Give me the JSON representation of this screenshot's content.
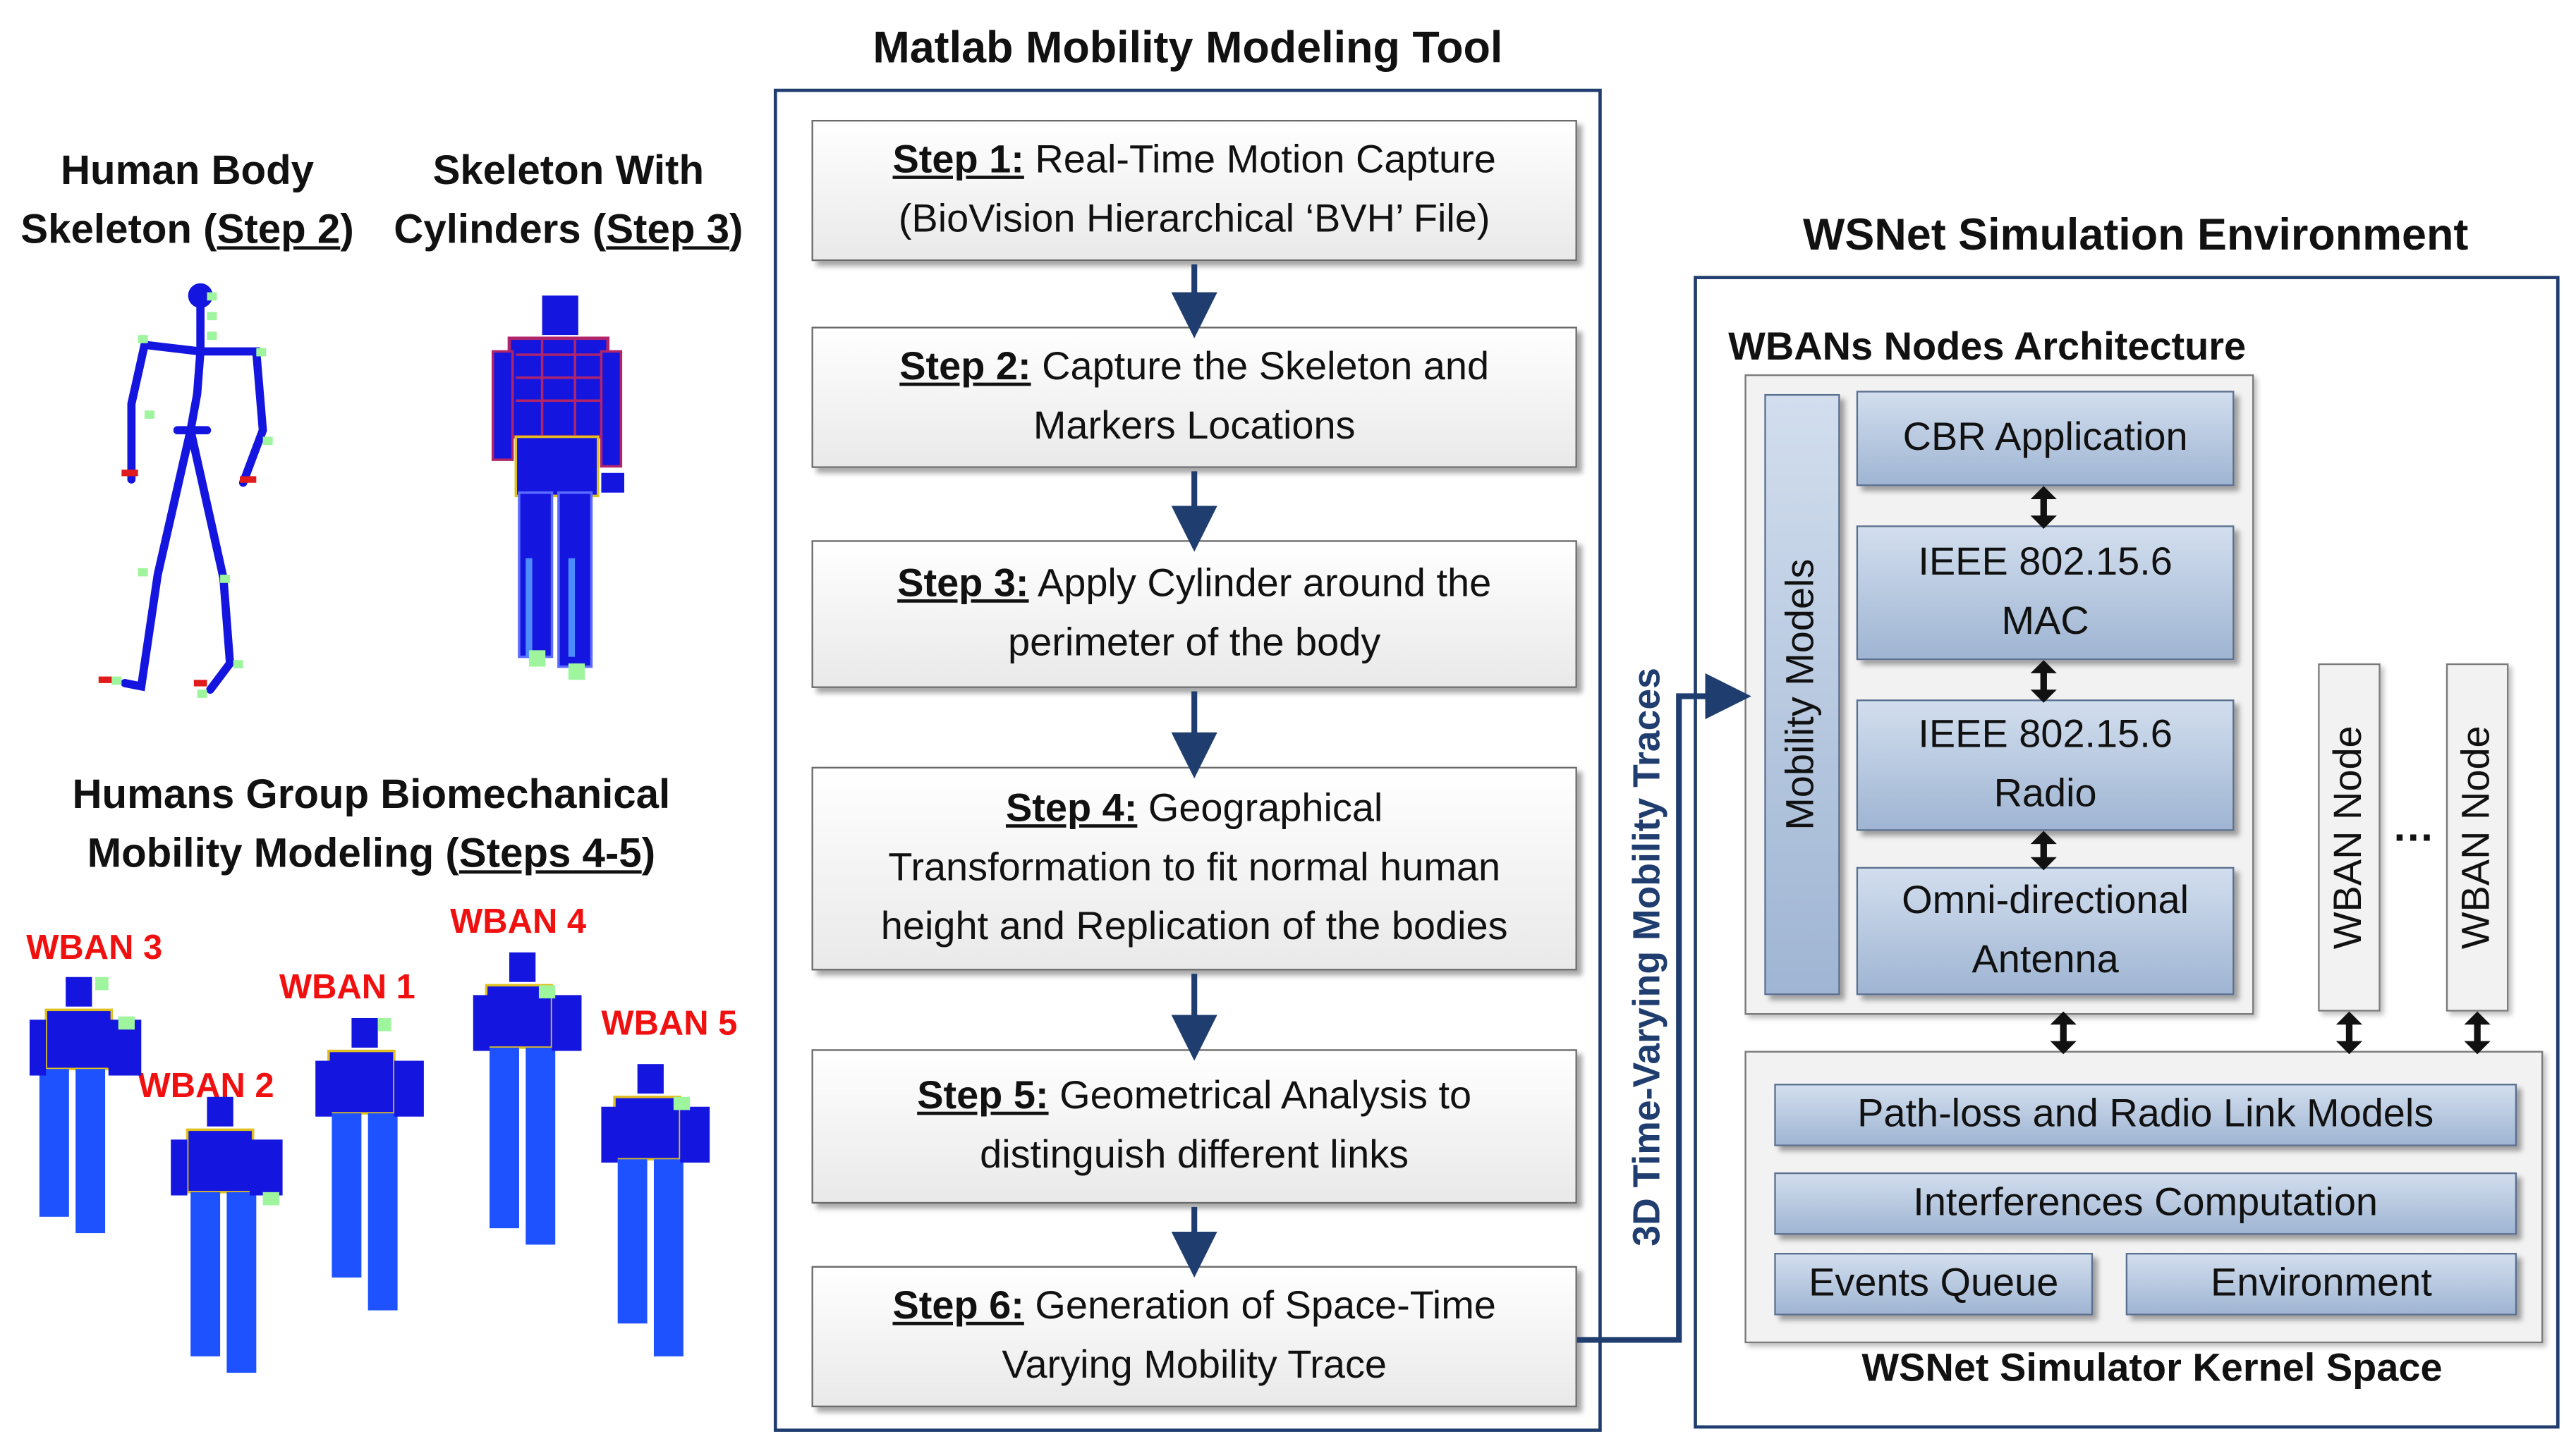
{
  "matlab": {
    "title": "Matlab Mobility Modeling Tool",
    "steps": [
      {
        "label": "Step 1:",
        "line1": "Real-Time Motion Capture",
        "line2": "(BioVision Hierarchical ‘BVH’ File)",
        "line3": ""
      },
      {
        "label": "Step 2:",
        "line1": "Capture the Skeleton and",
        "line2": "Markers Locations",
        "line3": ""
      },
      {
        "label": "Step 3:",
        "line1": "Apply Cylinder around the",
        "line2": "perimeter of the body",
        "line3": ""
      },
      {
        "label": "Step 4:",
        "line1": "Geographical",
        "line2": "Transformation to fit normal human",
        "line3": "height and Replication of the bodies"
      },
      {
        "label": "Step 5:",
        "line1": "Geometrical Analysis to",
        "line2": "distinguish different links",
        "line3": ""
      },
      {
        "label": "Step 6:",
        "line1": "Generation of Space-Time",
        "line2": "Varying Mobility Trace",
        "line3": ""
      }
    ]
  },
  "left": {
    "skeleton_title": {
      "line1": "Human Body",
      "line2_prefix": "Skeleton (",
      "step_ref": "Step 2",
      "suffix": ")"
    },
    "cylinder_title": {
      "line1": "Skeleton With",
      "line2_prefix": "Cylinders (",
      "step_ref": "Step 3",
      "suffix": ")"
    },
    "group_title": {
      "line1": "Humans Group Biomechanical",
      "line2_prefix": "Mobility Modeling (",
      "step_ref": "Steps 4-5",
      "suffix": ")"
    },
    "wban_labels": [
      "WBAN 3",
      "WBAN 2",
      "WBAN 1",
      "WBAN 4",
      "WBAN 5"
    ]
  },
  "traces_label": "3D Time-Varying Mobility Traces",
  "wsnet": {
    "title": "WSNet Simulation Environment",
    "nodes_title": "WBANs Nodes Architecture",
    "mobility_models": "Mobility Models",
    "stack": [
      {
        "line1": "CBR Application",
        "line2": ""
      },
      {
        "line1": "IEEE 802.15.6",
        "line2": "MAC"
      },
      {
        "line1": "IEEE 802.15.6",
        "line2": "Radio"
      },
      {
        "line1": "Omni-directional",
        "line2": "Antenna"
      }
    ],
    "wban_node": "WBAN Node",
    "ellipsis": "…",
    "kernel": {
      "pathloss": "Path-loss and Radio Link Models",
      "interferences": "Interferences Computation",
      "events": "Events Queue",
      "environment": "Environment"
    },
    "kernel_title": "WSNet Simulator Kernel Space"
  },
  "colors": {
    "arrow": "#1f3d6e",
    "wban": "#f01010",
    "skeleton": "#1515e0",
    "marker": "#9ef59e",
    "trunk": "#b0256a"
  }
}
